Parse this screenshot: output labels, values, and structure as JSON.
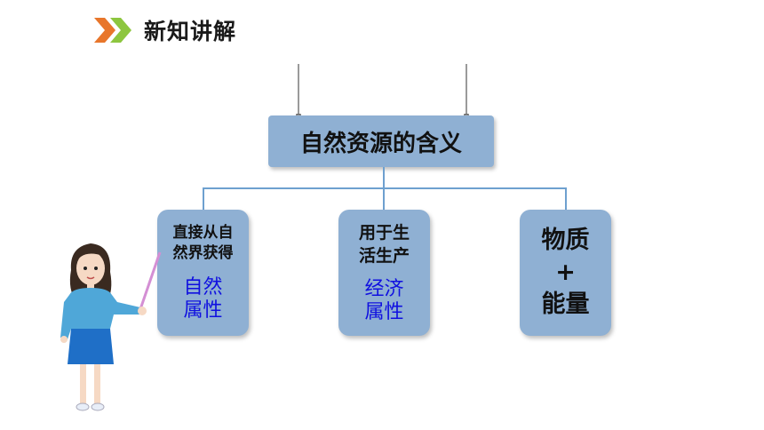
{
  "header": {
    "title": "新知讲解",
    "icon": "double-chevron-icon"
  },
  "colors": {
    "box": "#8fb0d3",
    "connector": "#6ea0cf",
    "accent_text": "#1010e0",
    "chevron_orange": "#e8762b",
    "chevron_green": "#8dc63f"
  },
  "diagram": {
    "root": "自然资源的含义",
    "branches": [
      {
        "title_l1": "直接从自",
        "title_l2": "然界获得",
        "sub_l1": "自然",
        "sub_l2": "属性"
      },
      {
        "title_l1": "用于生",
        "title_l2": "活生产",
        "sub_l1": "经济",
        "sub_l2": "属性"
      },
      {
        "line1": "物质",
        "line2": "+",
        "line3": "能量"
      }
    ]
  }
}
